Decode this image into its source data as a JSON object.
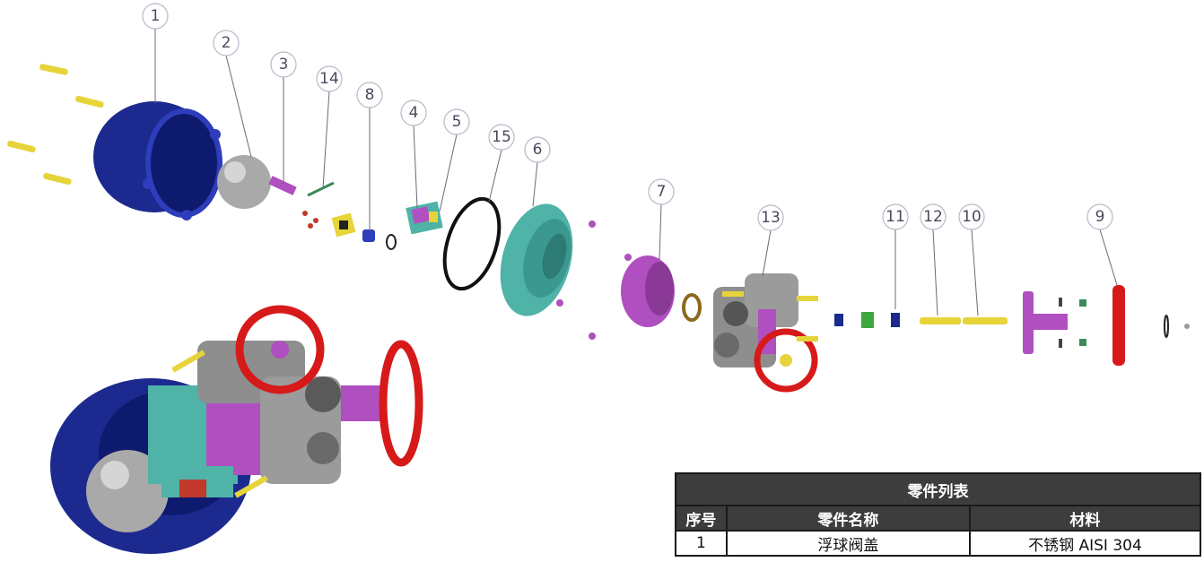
{
  "callouts": [
    {
      "id": "c1",
      "label": "1"
    },
    {
      "id": "c2",
      "label": "2"
    },
    {
      "id": "c3",
      "label": "3"
    },
    {
      "id": "c14",
      "label": "14"
    },
    {
      "id": "c8",
      "label": "8"
    },
    {
      "id": "c4",
      "label": "4"
    },
    {
      "id": "c5",
      "label": "5"
    },
    {
      "id": "c15",
      "label": "15"
    },
    {
      "id": "c6",
      "label": "6"
    },
    {
      "id": "c7",
      "label": "7"
    },
    {
      "id": "c13",
      "label": "13"
    },
    {
      "id": "c11",
      "label": "11"
    },
    {
      "id": "c12",
      "label": "12"
    },
    {
      "id": "c10",
      "label": "10"
    },
    {
      "id": "c9",
      "label": "9"
    }
  ],
  "table": {
    "title": "零件列表",
    "headers": [
      "序号",
      "零件名称",
      "材料"
    ],
    "rows": [
      [
        "1",
        "浮球阀盖",
        "不锈钢 AISI 304"
      ]
    ]
  },
  "colors": {
    "cover_blue": "#1c2a8f",
    "float_gray": "#a9a9a9",
    "teal": "#4fb3a8",
    "magenta": "#b04fc0",
    "handwheel_red": "#d61a1a",
    "body_gray": "#8e8e8e",
    "bolt_yellow": "#e6d43a"
  }
}
